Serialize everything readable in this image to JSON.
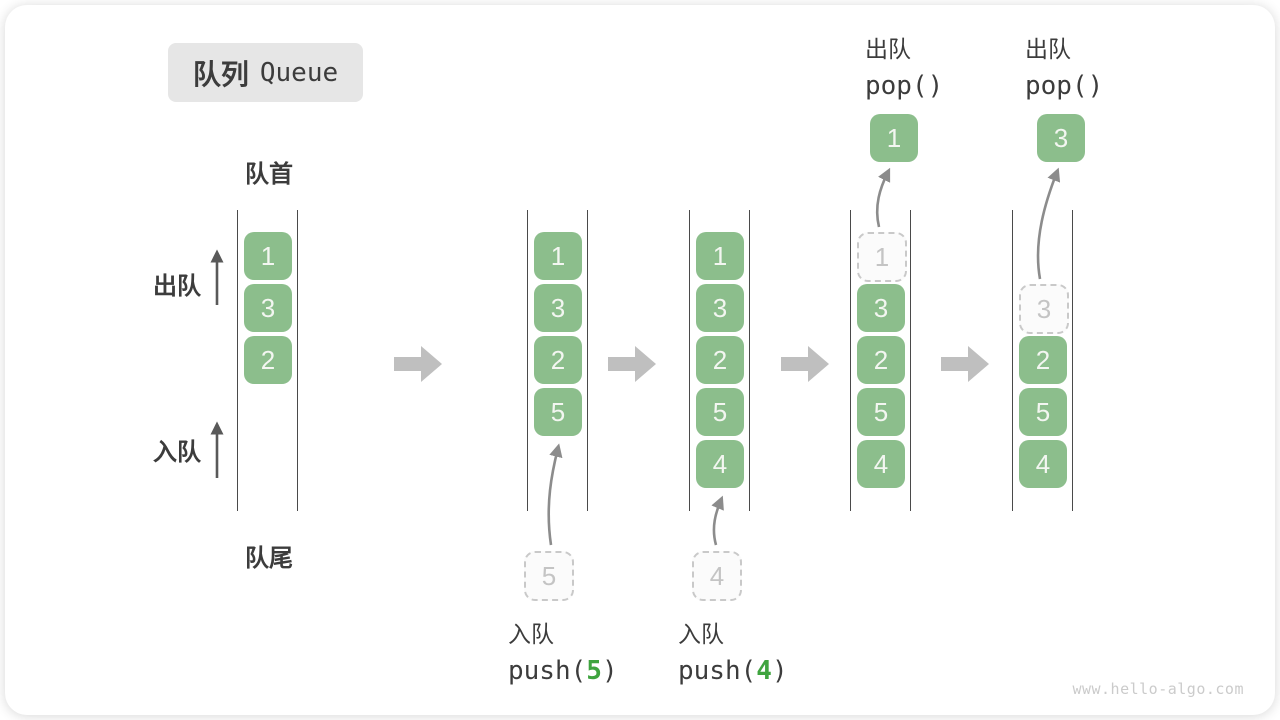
{
  "title": {
    "zh": "队列",
    "en": "Queue"
  },
  "labels": {
    "front": "队首",
    "rear": "队尾",
    "dequeue_side": "出队",
    "enqueue_side": "入队"
  },
  "annotations": {
    "push5": {
      "line1": "入队",
      "code_prefix": "push(",
      "arg": "5",
      "code_suffix": ")"
    },
    "push4": {
      "line1": "入队",
      "code_prefix": "push(",
      "arg": "4",
      "code_suffix": ")"
    },
    "pop_step4": {
      "line1": "出队",
      "line2": "pop()"
    },
    "pop_step5": {
      "line1": "出队",
      "line2": "pop()"
    }
  },
  "queues": [
    {
      "name": "step-1",
      "cells": [
        "1",
        "3",
        "2"
      ]
    },
    {
      "name": "step-2",
      "cells": [
        "1",
        "3",
        "2",
        "5"
      ],
      "incoming_value": "5"
    },
    {
      "name": "step-3",
      "cells": [
        "1",
        "3",
        "2",
        "5",
        "4"
      ],
      "incoming_value": "4"
    },
    {
      "name": "step-4",
      "cells": [
        "3",
        "2",
        "5",
        "4"
      ],
      "removed_value": "1",
      "popped_value": "1"
    },
    {
      "name": "step-5",
      "cells": [
        "2",
        "5",
        "4"
      ],
      "removed_value": "3",
      "popped_value": "3"
    }
  ],
  "icons": {
    "flow_arrow": "right-block-arrow",
    "dequeue_arrow": "up-arrow",
    "enqueue_arrow": "up-arrow"
  },
  "colors": {
    "cell_green": "#8cbe8c",
    "code_arg_green": "#3fa43f",
    "channel_line": "#4a4a4a",
    "curved_arrow": "#8c8c8c",
    "side_arrow": "#595959",
    "block_arrow": "#bfbfbf",
    "ghost_border": "#c9c9c9",
    "ghost_text": "#c4c4c4",
    "badge_bg": "#e6e6e6",
    "text": "#3c3c3c",
    "watermark": "#cbcbcb"
  },
  "watermark": "www.hello-algo.com"
}
